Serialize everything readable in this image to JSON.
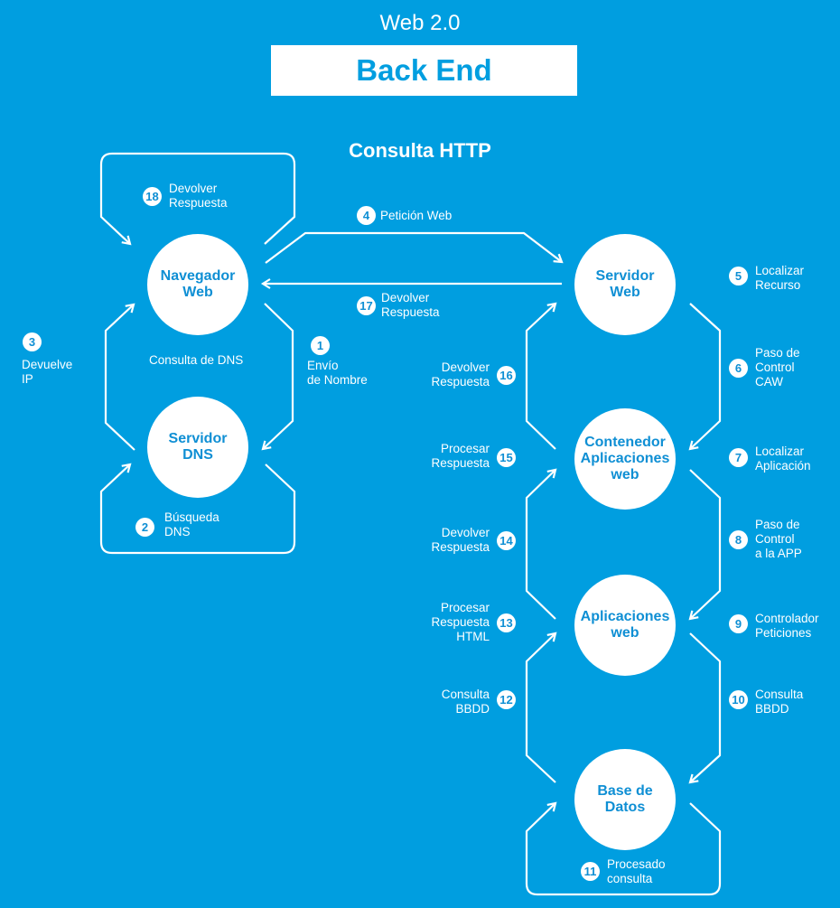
{
  "header": {
    "subtitle": "Web 2.0",
    "title": "Back End"
  },
  "section_title": "Consulta HTTP",
  "nodes": {
    "browser": "Navegador\nWeb",
    "dns": "Servidor\nDNS",
    "web_server": "Servidor\nWeb",
    "container": "Contenedor\nAplicaciones\nweb",
    "apps": "Aplicaciones\nweb",
    "db": "Base de\nDatos"
  },
  "dns_query": "Consulta de DNS",
  "steps": {
    "s1": {
      "n": "1",
      "text": "Envío\nde Nombre"
    },
    "s2": {
      "n": "2",
      "text": "Búsqueda\nDNS"
    },
    "s3": {
      "n": "3",
      "text": "Devuelve\nIP"
    },
    "s4": {
      "n": "4",
      "text": "Petición Web"
    },
    "s5": {
      "n": "5",
      "text": "Localizar\nRecurso"
    },
    "s6": {
      "n": "6",
      "text": "Paso de\nControl\nCAW"
    },
    "s7": {
      "n": "7",
      "text": "Localizar\nAplicación"
    },
    "s8": {
      "n": "8",
      "text": "Paso de\nControl\na la APP"
    },
    "s9": {
      "n": "9",
      "text": "Controlador\nPeticiones"
    },
    "s10": {
      "n": "10",
      "text": "Consulta\nBBDD"
    },
    "s11": {
      "n": "11",
      "text": "Procesado\nconsulta"
    },
    "s12": {
      "n": "12",
      "text": "Consulta\nBBDD"
    },
    "s13": {
      "n": "13",
      "text": "Procesar\nRespuesta\nHTML"
    },
    "s14": {
      "n": "14",
      "text": "Devolver\nRespuesta"
    },
    "s15": {
      "n": "15",
      "text": "Procesar\nRespuesta"
    },
    "s16": {
      "n": "16",
      "text": "Devolver\nRespuesta"
    },
    "s17": {
      "n": "17",
      "text": "Devolver\nRespuesta"
    },
    "s18": {
      "n": "18",
      "text": "Devolver\nRespuesta"
    }
  },
  "colors": {
    "background": "#009ee0",
    "node_text": "#0f8fd4",
    "foreground": "#ffffff"
  }
}
